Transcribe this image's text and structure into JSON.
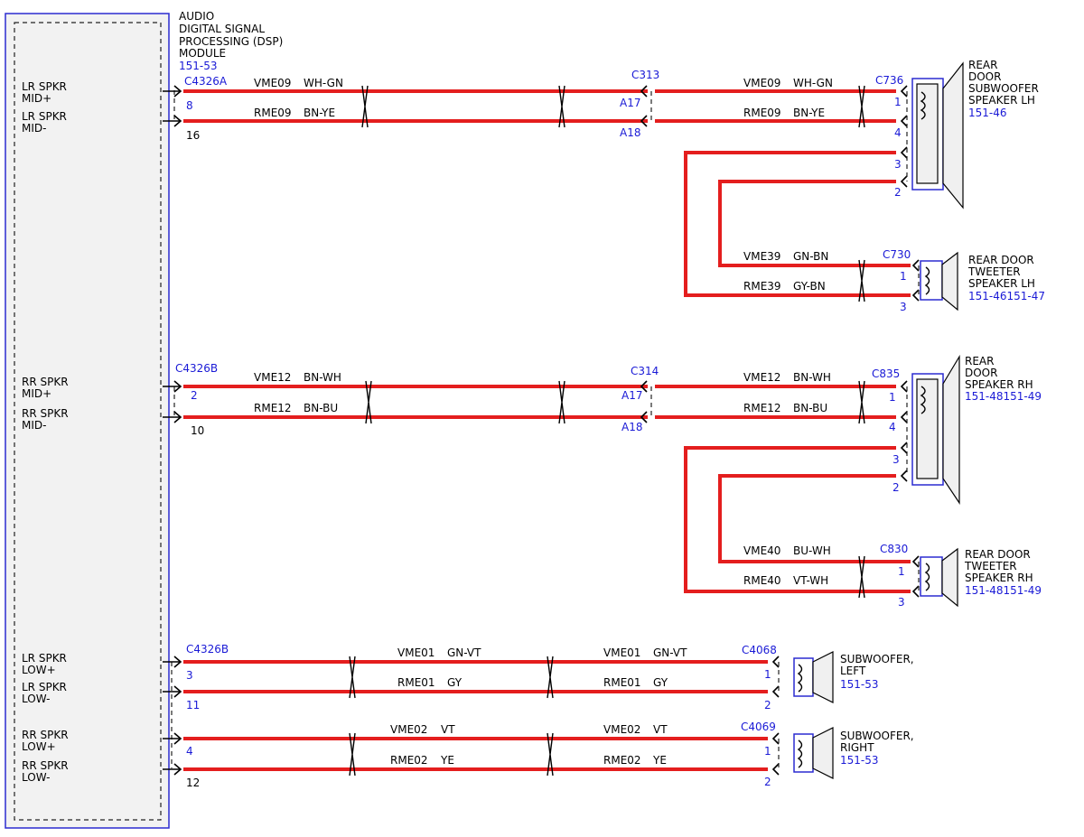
{
  "module": {
    "title_lines": [
      "AUDIO",
      "DIGITAL SIGNAL",
      "PROCESSING (DSP)",
      "MODULE"
    ],
    "ref": "151-53"
  },
  "module_pins": [
    [
      "LR SPKR",
      "MID+"
    ],
    [
      "LR SPKR",
      "MID-"
    ],
    [
      "RR SPKR",
      "MID+"
    ],
    [
      "RR SPKR",
      "MID-"
    ],
    [
      "LR SPKR",
      "LOW+"
    ],
    [
      "LR SPKR",
      "LOW-"
    ],
    [
      "RR SPKR",
      "LOW+"
    ],
    [
      "RR SPKR",
      "LOW-"
    ]
  ],
  "dsp_connectors": [
    "C4326A",
    "C4326B",
    "C4326B"
  ],
  "dsp_pin_numbers": [
    "8",
    "16",
    "2",
    "10",
    "3",
    "11",
    "4",
    "12"
  ],
  "inline_connectors": [
    "C313",
    "C314"
  ],
  "inline_pins": [
    "A17",
    "A18",
    "A17",
    "A18"
  ],
  "wires": [
    {
      "circuit": "VME09",
      "color": "WH-GN"
    },
    {
      "circuit": "RME09",
      "color": "BN-YE"
    },
    {
      "circuit": "VME09",
      "color": "WH-GN"
    },
    {
      "circuit": "RME09",
      "color": "BN-YE"
    },
    {
      "circuit": "VME39",
      "color": "GN-BN"
    },
    {
      "circuit": "RME39",
      "color": "GY-BN"
    },
    {
      "circuit": "VME12",
      "color": "BN-WH"
    },
    {
      "circuit": "RME12",
      "color": "BN-BU"
    },
    {
      "circuit": "VME12",
      "color": "BN-WH"
    },
    {
      "circuit": "RME12",
      "color": "BN-BU"
    },
    {
      "circuit": "VME40",
      "color": "BU-WH"
    },
    {
      "circuit": "RME40",
      "color": "VT-WH"
    },
    {
      "circuit": "VME01",
      "color": "GN-VT"
    },
    {
      "circuit": "RME01",
      "color": "GY"
    },
    {
      "circuit": "VME01",
      "color": "GN-VT"
    },
    {
      "circuit": "RME01",
      "color": "GY"
    },
    {
      "circuit": "VME02",
      "color": "VT"
    },
    {
      "circuit": "RME02",
      "color": "YE"
    },
    {
      "circuit": "VME02",
      "color": "VT"
    },
    {
      "circuit": "RME02",
      "color": "YE"
    }
  ],
  "speaker_connectors": [
    "C736",
    "C730",
    "C835",
    "C830",
    "C4068",
    "C4069"
  ],
  "speaker_pins": [
    "1",
    "4",
    "3",
    "2",
    "1",
    "3",
    "1",
    "4",
    "3",
    "2",
    "1",
    "3",
    "1",
    "2",
    "1",
    "2"
  ],
  "speakers": [
    {
      "lines": [
        "REAR",
        "DOOR",
        "SUBWOOFER",
        "SPEAKER LH"
      ],
      "ref": "151-46"
    },
    {
      "lines": [
        "REAR DOOR",
        "TWEETER",
        "SPEAKER LH"
      ],
      "ref": "151-46151-47"
    },
    {
      "lines": [
        "REAR",
        "DOOR",
        "SPEAKER RH"
      ],
      "ref": "151-48151-49"
    },
    {
      "lines": [
        "REAR DOOR",
        "TWEETER",
        "SPEAKER RH"
      ],
      "ref": "151-48151-49"
    },
    {
      "lines": [
        "SUBWOOFER,",
        "LEFT"
      ],
      "ref": "151-53"
    },
    {
      "lines": [
        "SUBWOOFER,",
        "RIGHT"
      ],
      "ref": "151-53"
    }
  ],
  "colors": {
    "wire": "#e41e1e",
    "connector_text": "#1a1ad6",
    "module_border": "#2b2bd0"
  }
}
